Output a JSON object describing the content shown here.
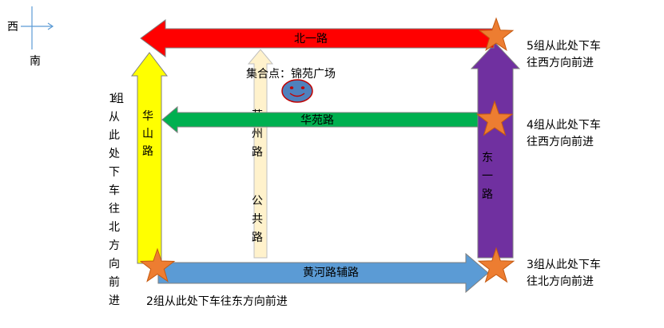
{
  "compass": {
    "west_label": "西",
    "south_label": "南",
    "axis_color": "#5b9bd5"
  },
  "roads": {
    "north": {
      "label": "北一路",
      "color": "#ff0000"
    },
    "hua_yuan": {
      "label": "华苑路",
      "color": "#00b050"
    },
    "huang_he": {
      "label": "黄河路辅路",
      "color": "#5b9bd5"
    },
    "hua_shan": {
      "label_chars": [
        "华",
        "山",
        "路"
      ],
      "color": "#ffff00"
    },
    "dong_yi": {
      "label_chars": [
        "东",
        "一",
        "路"
      ],
      "color": "#7030a0"
    },
    "su_zhou": {
      "label_chars": [
        "苏",
        "州",
        "路"
      ],
      "label2_chars": [
        "公",
        "共",
        "路"
      ],
      "color": "#fff2cc"
    }
  },
  "meeting_point": {
    "label": "集合点：锦苑广场",
    "icon": "smiley-face-icon",
    "face_fill": "#4f81bd",
    "face_stroke": "#c00000"
  },
  "stars": {
    "color": "#ed7d31",
    "icon": "star-icon"
  },
  "groups": {
    "g1_chars": [
      "1",
      "组",
      "从",
      "此",
      "处",
      "下",
      "车",
      "往",
      "北",
      "方",
      "向",
      "前",
      "进"
    ],
    "g2": "2组从此处下车往东方向前进",
    "g3_line1": "3组从此处下车",
    "g3_line2": "往北方向前进",
    "g4_line1": "4组从此处下车",
    "g4_line2": "往西方向前进",
    "g5_line1": "5组从此处下车",
    "g5_line2": "往西方向前进"
  }
}
